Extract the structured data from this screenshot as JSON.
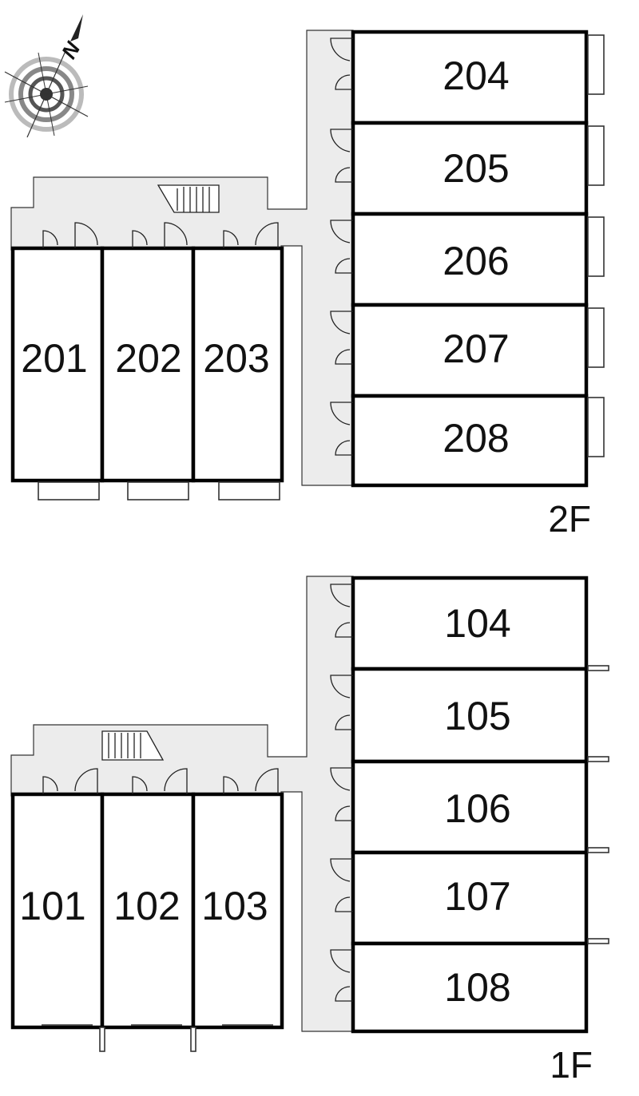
{
  "floors": {
    "second": {
      "label": "2F",
      "units_left": [
        "201",
        "202",
        "203"
      ],
      "units_right": [
        "204",
        "205",
        "206",
        "207",
        "208"
      ]
    },
    "first": {
      "label": "1F",
      "units_left": [
        "101",
        "102",
        "103"
      ],
      "units_right": [
        "104",
        "105",
        "106",
        "107",
        "108"
      ]
    }
  },
  "compass": {
    "north_label": "N",
    "icon": "north-arrow-compass-icon"
  },
  "colors": {
    "corridor": "#ececec",
    "walls": "#000000",
    "text": "#111111"
  }
}
